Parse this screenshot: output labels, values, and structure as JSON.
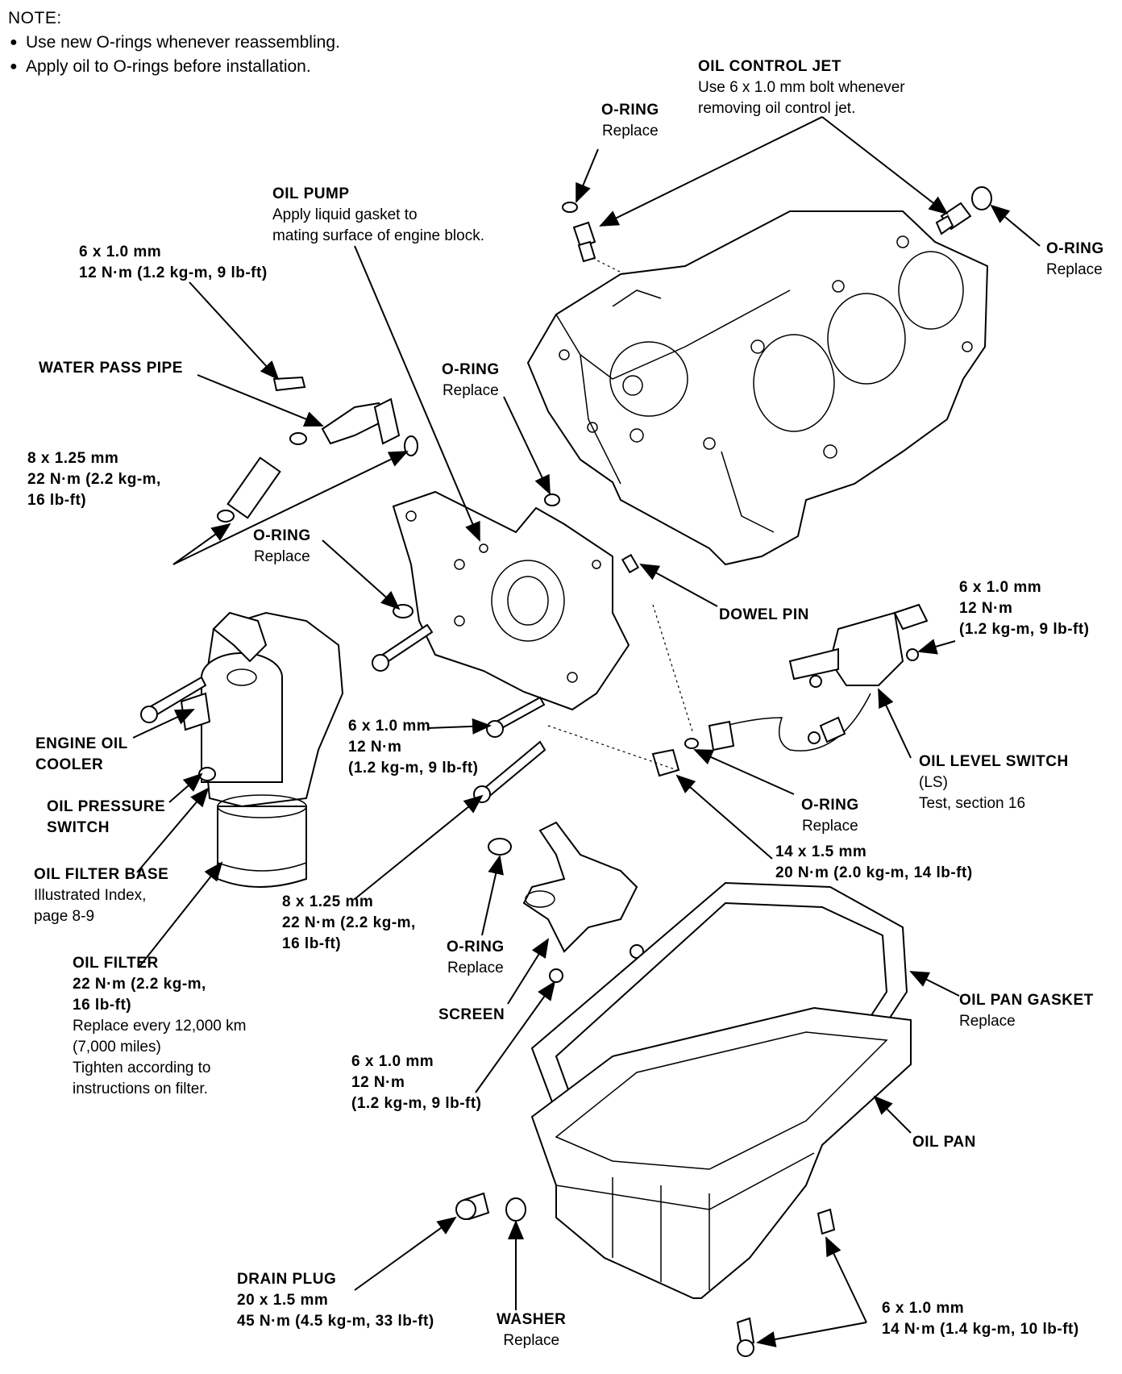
{
  "note": {
    "heading": "NOTE:",
    "bullets": [
      "Use new O-rings whenever reassembling.",
      "Apply oil to O-rings before installation."
    ]
  },
  "labels": {
    "oil_control_jet": {
      "title": "OIL CONTROL JET",
      "lines": [
        "Use 6 x 1.0 mm bolt whenever",
        "removing oil control jet."
      ]
    },
    "oring_top": {
      "title": "O-RING",
      "lines": [
        "Replace"
      ]
    },
    "oring_right_top": {
      "title": "O-RING",
      "lines": [
        "Replace"
      ]
    },
    "oil_pump": {
      "title": "OIL PUMP",
      "lines": [
        "Apply liquid gasket to",
        "mating surface of engine block."
      ]
    },
    "bolt_6x10_water": {
      "lines": [
        "6 x 1.0 mm",
        "12 N·m (1.2 kg-m, 9 lb-ft)"
      ]
    },
    "water_pass_pipe": {
      "title": "WATER PASS PIPE"
    },
    "oring_middle": {
      "title": "O-RING",
      "lines": [
        "Replace"
      ]
    },
    "bolt_8x125_left": {
      "lines": [
        "8 x 1.25 mm",
        "22 N·m (2.2 kg-m,",
        "16 lb-ft)"
      ]
    },
    "oring_left": {
      "title": "O-RING",
      "lines": [
        "Replace"
      ]
    },
    "dowel_pin": {
      "title": "DOWEL PIN"
    },
    "bolt_6x10_switch": {
      "lines": [
        "6 x 1.0 mm",
        "12 N·m",
        "(1.2 kg-m, 9 lb-ft)"
      ]
    },
    "engine_oil_cooler": {
      "title": "ENGINE OIL",
      "title2": "COOLER"
    },
    "bolt_6x10_pump": {
      "lines": [
        "6 x 1.0 mm",
        "12 N·m",
        "(1.2 kg-m, 9 lb-ft)"
      ]
    },
    "oil_level_switch": {
      "title": "OIL LEVEL SWITCH",
      "lines": [
        "(LS)",
        "Test, section 16"
      ]
    },
    "oil_pressure_switch": {
      "title": "OIL PRESSURE",
      "title2": "SWITCH"
    },
    "oring_lower_right": {
      "title": "O-RING",
      "lines": [
        "Replace"
      ]
    },
    "bolt_14x15": {
      "lines": [
        "14 x 1.5 mm",
        "20 N·m (2.0 kg-m, 14 lb-ft)"
      ]
    },
    "oil_filter_base": {
      "title": "OIL FILTER BASE",
      "lines": [
        "Illustrated Index,",
        "page 8-9"
      ]
    },
    "bolt_8x125_center": {
      "lines": [
        "8 x 1.25 mm",
        "22 N·m (2.2 kg-m,",
        "16 lb-ft)"
      ]
    },
    "oring_screen": {
      "title": "O-RING",
      "lines": [
        "Replace"
      ]
    },
    "oil_filter": {
      "title": "OIL FILTER",
      "title_lines": [
        "22 N·m (2.2 kg-m,",
        "16 lb-ft)"
      ],
      "lines": [
        "Replace every 12,000 km",
        "(7,000 miles)",
        "Tighten according to",
        "instructions on filter."
      ]
    },
    "screen": {
      "title": "SCREEN"
    },
    "oil_pan_gasket": {
      "title": "OIL PAN GASKET",
      "lines": [
        "Replace"
      ]
    },
    "bolt_6x10_screen": {
      "lines": [
        "6 x 1.0 mm",
        "12 N·m",
        "(1.2 kg-m, 9 lb-ft)"
      ]
    },
    "oil_pan": {
      "title": "OIL PAN"
    },
    "drain_plug": {
      "title": "DRAIN PLUG",
      "lines": [
        "20 x 1.5 mm",
        "45 N·m (4.5 kg-m, 33 lb-ft)"
      ]
    },
    "washer": {
      "title": "WASHER",
      "lines": [
        "Replace"
      ]
    },
    "bolt_6x10_pan": {
      "lines": [
        "6 x 1.0 mm",
        "14 N·m (1.4 kg-m, 10 lb-ft)"
      ]
    }
  }
}
